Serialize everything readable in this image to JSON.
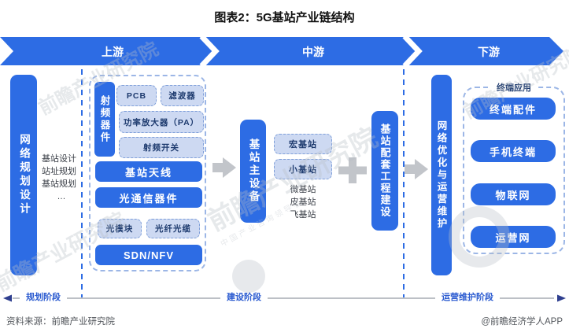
{
  "title": "图表2：5G基站产业链结构",
  "banner": {
    "segments": [
      "上游",
      "中游",
      "下游"
    ]
  },
  "upstream": {
    "planning_bar": "网络规划设计",
    "side_note": [
      "基站设计",
      "站址规划",
      "基站规划",
      "…"
    ],
    "rf_label": "射频器件",
    "rf_row1": [
      "PCB",
      "滤波器"
    ],
    "rf_row2": "功率放大器（PA）",
    "rf_row3": "射频开关",
    "antenna": "基站天线",
    "optical": "光通信器件",
    "optical_sub": [
      "光模块",
      "光纤光缆"
    ],
    "sdn": "SDN/NFV"
  },
  "midstream": {
    "main_equipment_bar": "基站主设备",
    "station_types": [
      "宏基站",
      "小基站"
    ],
    "station_note": [
      "微基站",
      "皮基站",
      "飞基站"
    ],
    "support_bar": "基站配套工程建设"
  },
  "downstream": {
    "network_ops_bar": "网络优化与运营维护",
    "terminal_group_label": "终端应用",
    "items": [
      "终端配件",
      "手机终端",
      "物联网",
      "运营网"
    ]
  },
  "phases": [
    "规划阶段",
    "建设阶段",
    "运营维护阶段"
  ],
  "footer": {
    "source": "资料来源：前瞻产业研究院",
    "credit": "@前瞻经济学人APP"
  },
  "watermark": {
    "main": "前瞻产业研究院",
    "sub": "中国产业咨询领导者"
  },
  "colors": {
    "primary": "#2d6ce4",
    "light_fill": "#cdd9f2",
    "arrow_gray": "#c2c5ca",
    "phase_blue": "#2b5bd0"
  }
}
